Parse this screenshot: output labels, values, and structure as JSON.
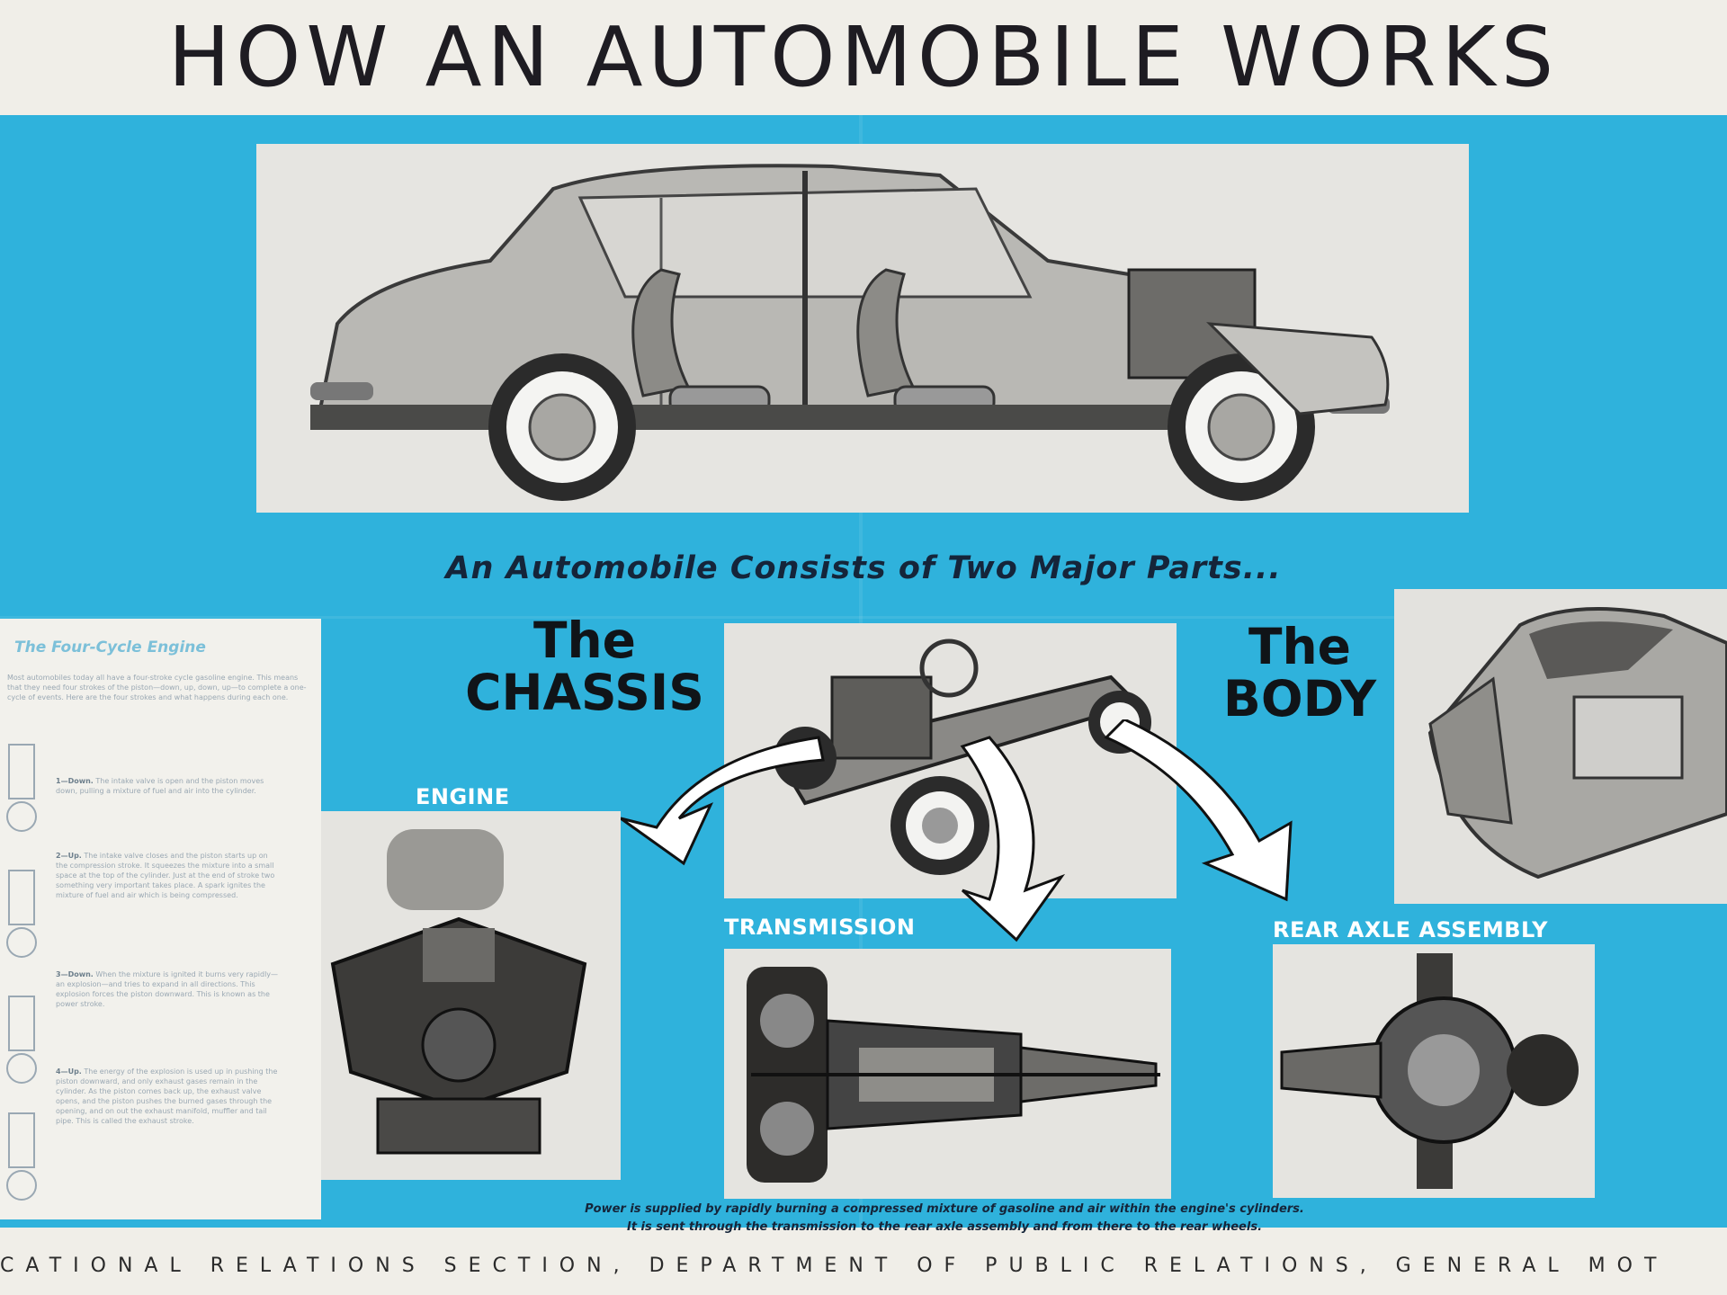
{
  "title": "HOW AN AUTOMOBILE WORKS",
  "subtitle": "An Automobile Consists of Two Major Parts...",
  "chassis": {
    "the": "The",
    "label": "CHASSIS"
  },
  "body": {
    "the": "The",
    "label": "BODY"
  },
  "sections": {
    "engine": "ENGINE",
    "transmission": "TRANSMISSION",
    "rear_axle": "REAR AXLE ASSEMBLY"
  },
  "four_cycle": {
    "heading": "The Four-Cycle Engine",
    "intro": "Most automobiles today all have a four-stroke cycle gasoline engine. This means that they need four strokes of the piston—down, up, down, up—to complete a one-cycle of events. Here are the four strokes and what happens during each one.",
    "steps": [
      {
        "num": "1—Down.",
        "text": "The intake valve is open and the piston moves down, pulling a mixture of fuel and air into the cylinder."
      },
      {
        "num": "2—Up.",
        "text": "The intake valve closes and the piston starts up on the compression stroke. It squeezes the mixture into a small space at the top of the cylinder. Just at the end of stroke two something very important takes place. A spark ignites the mixture of fuel and air which is being compressed."
      },
      {
        "num": "3—Down.",
        "text": "When the mixture is ignited it burns very rapidly—an explosion—and tries to expand in all directions. This explosion forces the piston downward. This is known as the power stroke."
      },
      {
        "num": "4—Up.",
        "text": "The energy of the explosion is used up in pushing the piston downward, and only exhaust gases remain in the cylinder. As the piston comes back up, the exhaust valve opens, and the piston pushes the burned gases through the opening, and on out the exhaust manifold, muffler and tail pipe. This is called the exhaust stroke."
      }
    ]
  },
  "caption_lines": [
    "Power is supplied by rapidly burning a compressed mixture of gasoline and air within the engine's cylinders.",
    "It is sent through the transmission to the rear axle assembly and from there to the rear wheels."
  ],
  "footer": "CATIONAL RELATIONS SECTION, DEPARTMENT OF PUBLIC RELATIONS, GENERAL MOT",
  "colors": {
    "background_blue": "#2fb2dc",
    "paper": "#f0eee8",
    "ink": "#15253a"
  }
}
